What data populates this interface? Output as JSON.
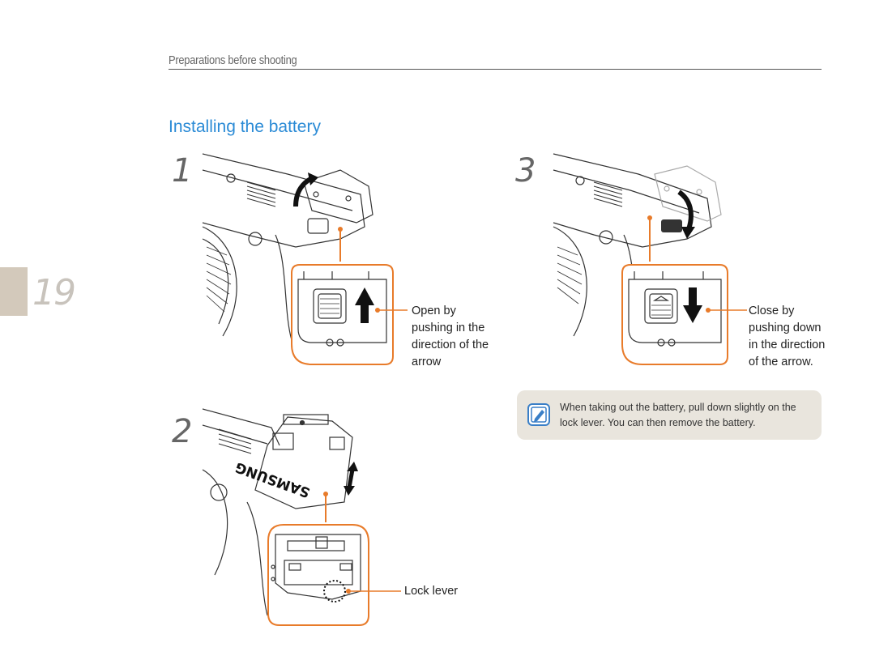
{
  "header": {
    "section": "Preparations before shooting"
  },
  "page": {
    "number": "19"
  },
  "section": {
    "title": "Installing the battery"
  },
  "steps": [
    {
      "number": "1",
      "caption": [
        "Open by",
        "pushing in the",
        "direction of the",
        "arrow"
      ]
    },
    {
      "number": "2",
      "caption": [
        "Lock lever"
      ],
      "brand": "SAMSUNG"
    },
    {
      "number": "3",
      "caption": [
        "Close by",
        "pushing down",
        "in the direction",
        "of the arrow."
      ]
    }
  ],
  "note": {
    "icon": "note-pencil-icon",
    "lines": [
      "When taking out the battery, pull down slightly on the",
      "lock lever. You can then remove the battery."
    ]
  },
  "colors": {
    "accent": "#2b8bd6",
    "callout": "#e87b2a",
    "tab": "#d3c9bb",
    "note_bg": "#e9e5dd"
  }
}
